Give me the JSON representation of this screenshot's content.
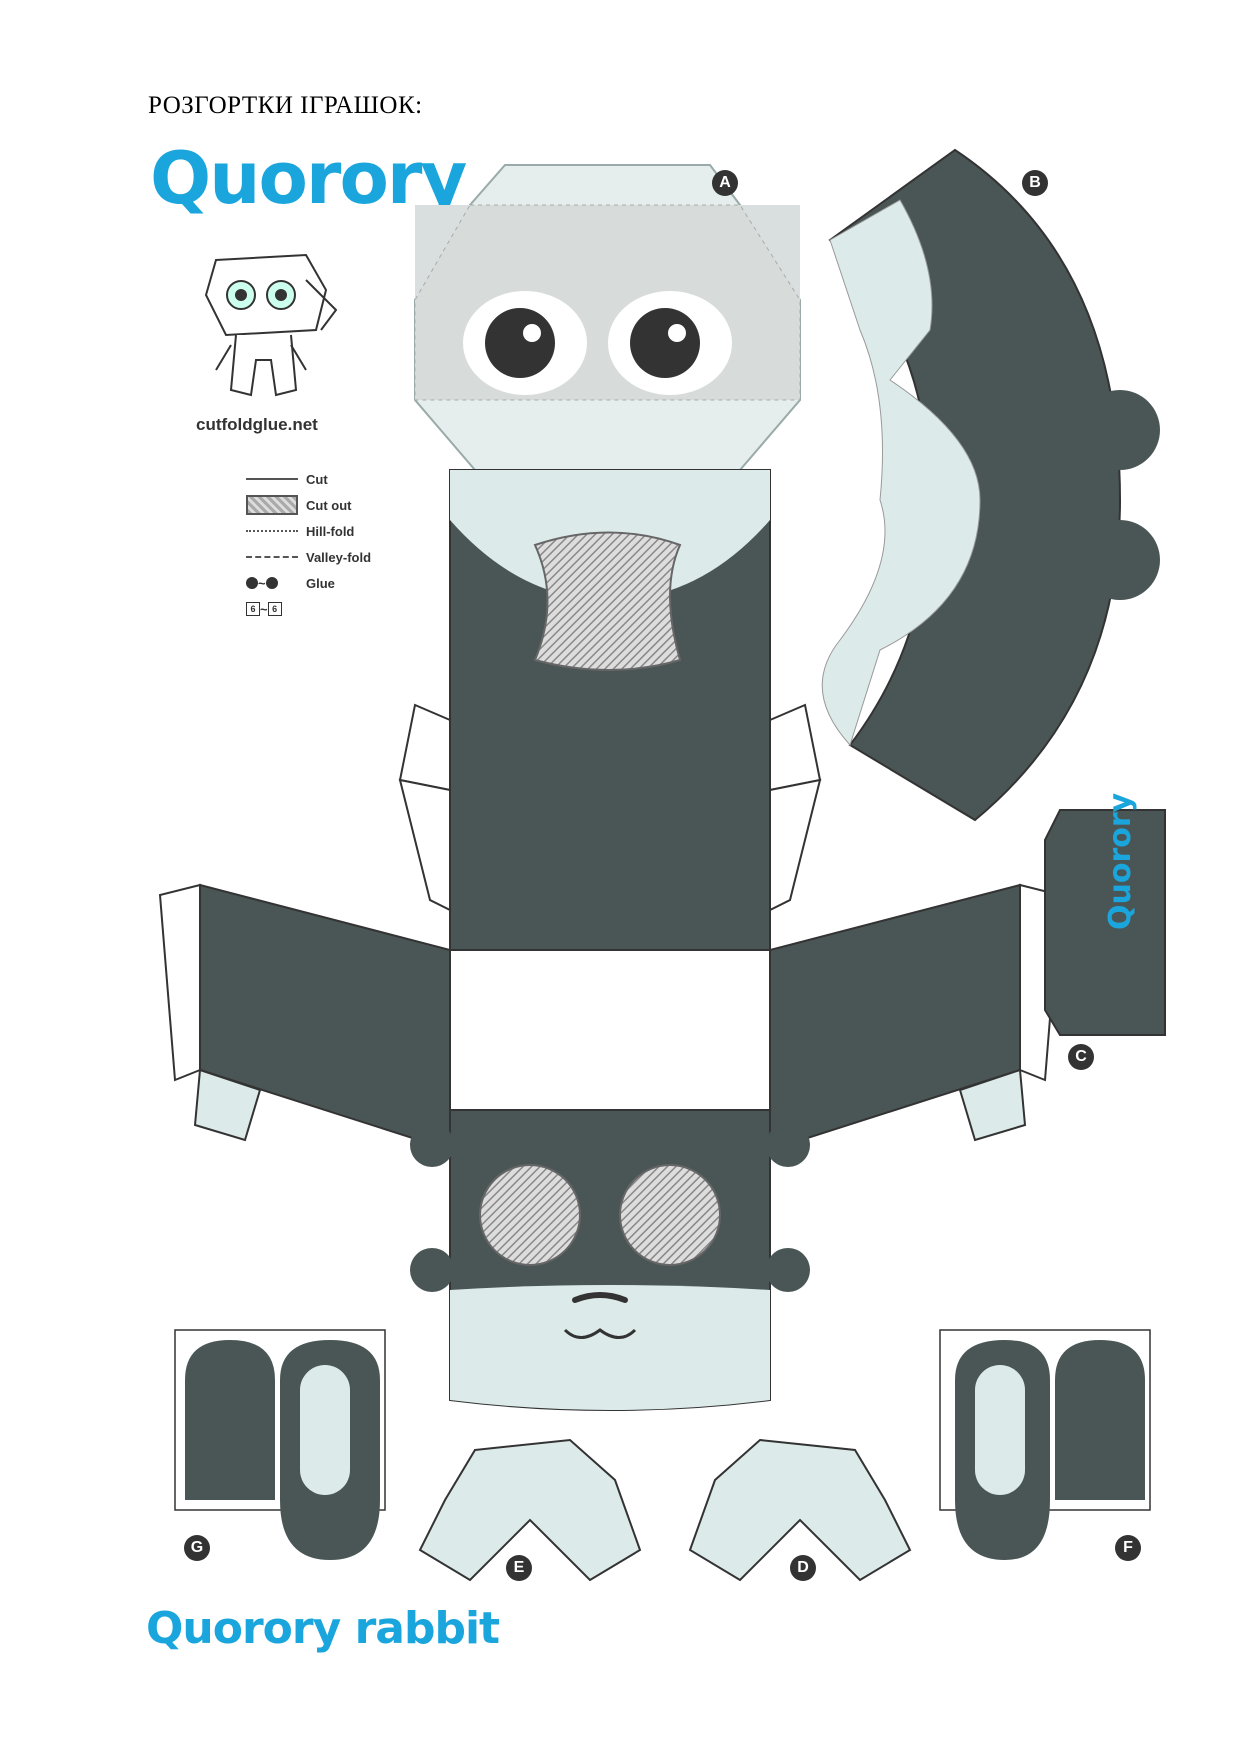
{
  "heading": "РОЗГОРТКИ ІГРАШОК:",
  "brand": {
    "top": "Quorory",
    "bottom": "Quorory rabbit"
  },
  "site": "cutfoldglue.net",
  "legend": {
    "cut": "Cut",
    "cut_out": "Cut out",
    "hill_fold": "Hill-fold",
    "valley_fold": "Valley-fold",
    "glue": "Glue"
  },
  "parts": {
    "a": "A",
    "b": "B",
    "c": "C",
    "d": "D",
    "e": "E",
    "f": "F",
    "g": "G"
  },
  "colors": {
    "brand": "#1aa6dd",
    "body": "#4a5655",
    "light": "#dcebea",
    "tab": "#f0a040"
  }
}
